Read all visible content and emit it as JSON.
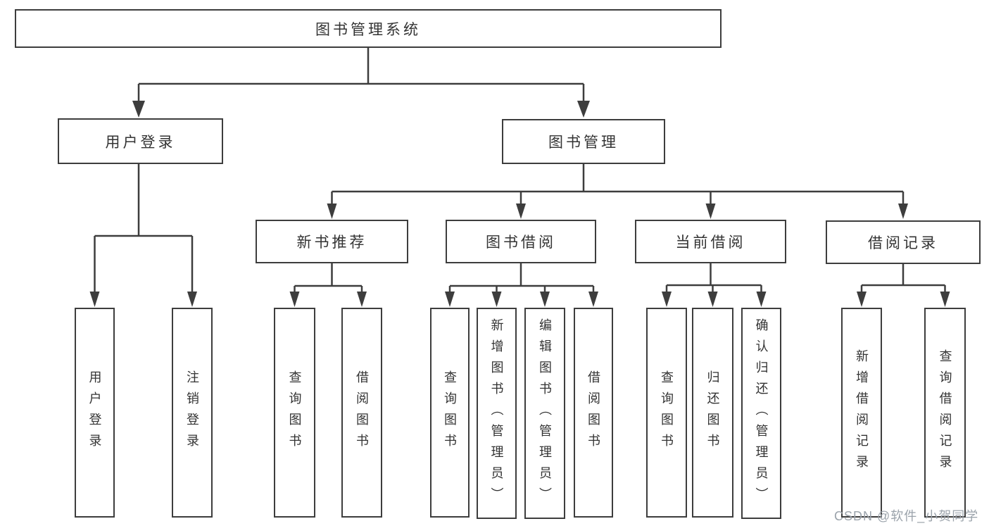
{
  "diagram": {
    "root": {
      "label": "图书管理系统",
      "children": [
        {
          "label": "用户登录",
          "children": [
            {
              "label": "用户登录"
            },
            {
              "label": "注销登录"
            }
          ]
        },
        {
          "label": "图书管理",
          "children": [
            {
              "label": "新书推荐",
              "children": [
                {
                  "label": "查询图书"
                },
                {
                  "label": "借阅图书"
                }
              ]
            },
            {
              "label": "图书借阅",
              "children": [
                {
                  "label": "查询图书"
                },
                {
                  "label": "新增图书（管理员）"
                },
                {
                  "label": "编辑图书（管理员）"
                },
                {
                  "label": "借阅图书"
                }
              ]
            },
            {
              "label": "当前借阅",
              "children": [
                {
                  "label": "查询图书"
                },
                {
                  "label": "归还图书"
                },
                {
                  "label": "确认归还（管理员）"
                }
              ]
            },
            {
              "label": "借阅记录",
              "children": [
                {
                  "label": "新增借阅记录"
                },
                {
                  "label": "查询借阅记录"
                }
              ]
            }
          ]
        }
      ]
    },
    "watermark": "CSDN @软件_小贺同学",
    "colors": {
      "line": "#3d3d3d",
      "box_border": "#3d3d3d",
      "text": "#333333",
      "watermark": "#9ba3ab",
      "background": "#ffffff"
    }
  }
}
